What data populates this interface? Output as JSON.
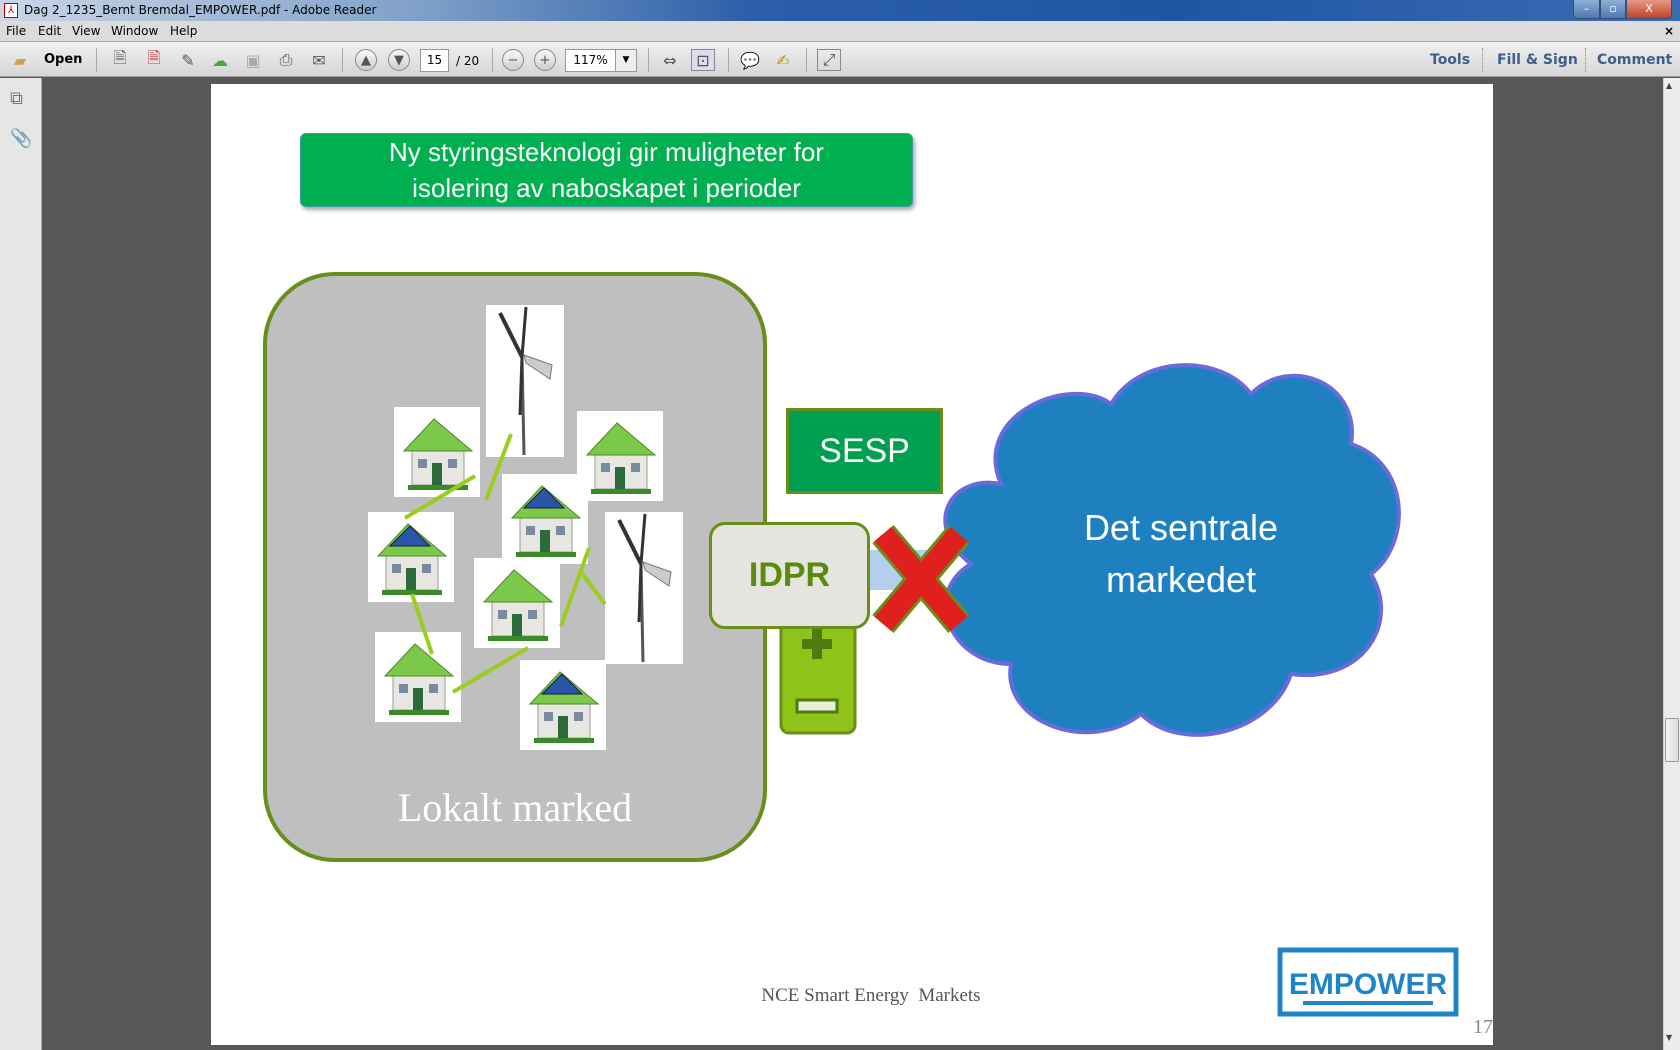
{
  "window": {
    "title": "Dag 2_1235_Bernt Bremdal_EMPOWER.pdf - Adobe Reader",
    "minimize": "–",
    "restore": "▫",
    "close": "X",
    "doc_close": "×"
  },
  "menu": [
    "File",
    "Edit",
    "View",
    "Window",
    "Help"
  ],
  "toolbar": {
    "open": "Open",
    "page_current": "15",
    "page_total": "/ 20",
    "zoom": "117%",
    "tools": "Tools",
    "fill_sign": "Fill & Sign",
    "comment": "Comment"
  },
  "slide": {
    "headline_line1": "Ny styringsteknologi gir muligheter for",
    "headline_line2": "isolering av naboskapet i perioder",
    "local_market": "Lokalt marked",
    "sesp": "SESP",
    "idpr": "IDPR",
    "central_line1": "Det sentrale",
    "central_line2": "markedet",
    "footer": "NCE Smart Energy  Markets",
    "logo": "EMPOWER",
    "page_number": "17"
  },
  "colors": {
    "headline_bg": "#00b050",
    "cloud": "#1f80c0",
    "local_border": "#6a8e1a",
    "x": "#e0201e"
  }
}
